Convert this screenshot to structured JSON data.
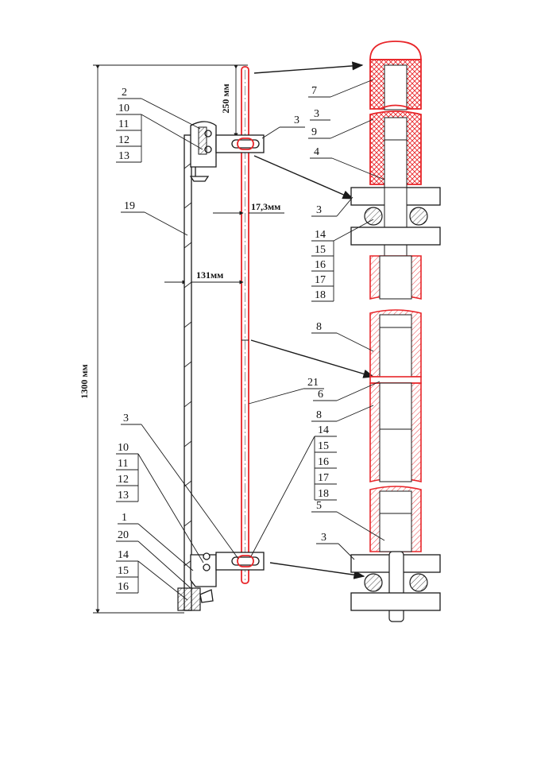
{
  "dimensions": {
    "total_height": "1300 мм",
    "top_offset": "250 мм",
    "rod_diameter": "17,3мм",
    "bar_distance": "131мм"
  },
  "callouts": {
    "left_top": [
      "2",
      "10",
      "11",
      "12",
      "13"
    ],
    "left_19": "19",
    "left_bottom": [
      "3",
      "10",
      "11",
      "12",
      "13",
      "1",
      "20",
      "14",
      "15",
      "16"
    ],
    "center": [
      "3",
      "21",
      "14",
      "15",
      "16",
      "17",
      "18"
    ],
    "right": [
      "7",
      "3",
      "9",
      "4",
      "3",
      "14",
      "15",
      "16",
      "17",
      "18",
      "8",
      "6",
      "8",
      "5",
      "3"
    ]
  }
}
